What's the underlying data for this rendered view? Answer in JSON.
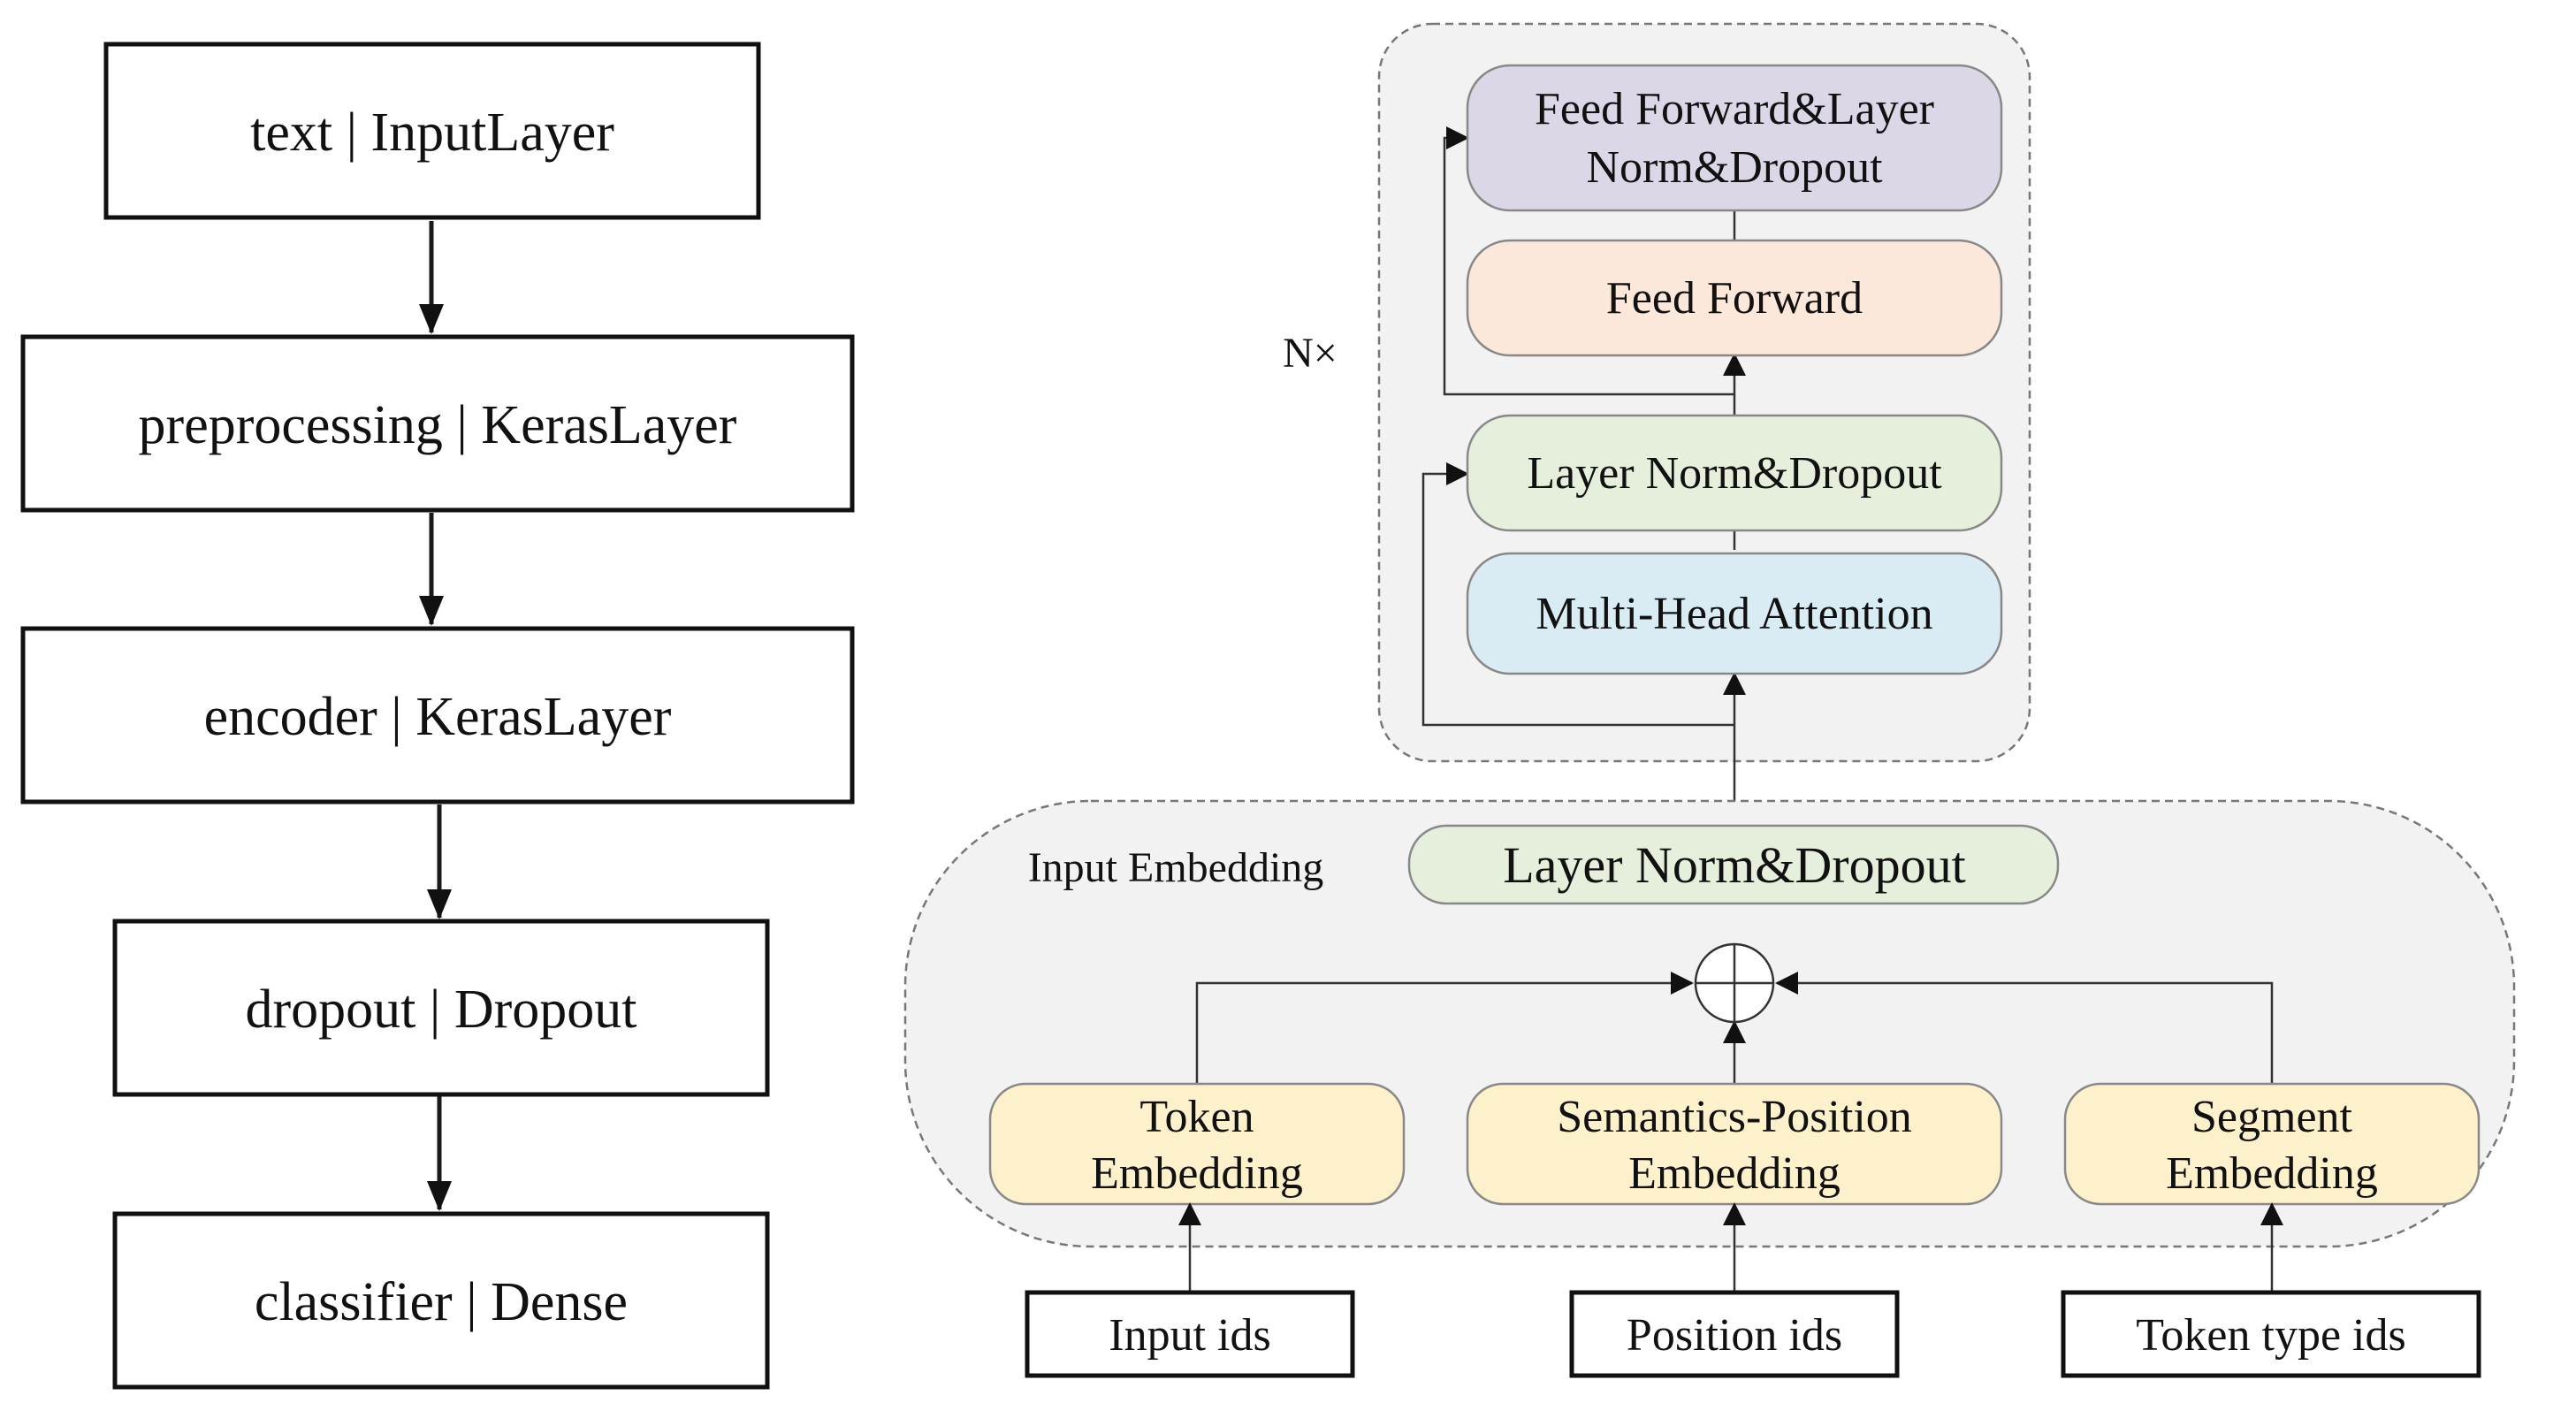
{
  "pipeline": {
    "layers": [
      "text | InputLayer",
      "preprocessing | KerasLayer",
      "encoder | KerasLayer",
      "dropout | Dropout",
      "classifier | Dense"
    ]
  },
  "encoder_block": {
    "repeat_label": "N×",
    "ffn_norm_line1": "Feed Forward&Layer",
    "ffn_norm_line2": "Norm&Dropout",
    "feed_forward": "Feed Forward",
    "attn_norm": "Layer Norm&Dropout",
    "attention": "Multi-Head Attention"
  },
  "input_embedding": {
    "title": "Input Embedding",
    "norm": "Layer Norm&Dropout",
    "token_line1": "Token",
    "token_line2": "Embedding",
    "semantic_line1": "Semantics-Position",
    "semantic_line2": "Embedding",
    "segment_line1": "Segment",
    "segment_line2": "Embedding"
  },
  "inputs": {
    "input_ids": "Input ids",
    "position_ids": "Position ids",
    "token_type_ids": "Token type ids"
  },
  "colors": {
    "ffn_norm": "#dcd7e7",
    "feed_forward": "#fce8da",
    "attn_norm": "#e6efdc",
    "attention": "#d9ecf3",
    "embedding": "#fdf1cc",
    "group_bg": "#f2f2f2"
  }
}
